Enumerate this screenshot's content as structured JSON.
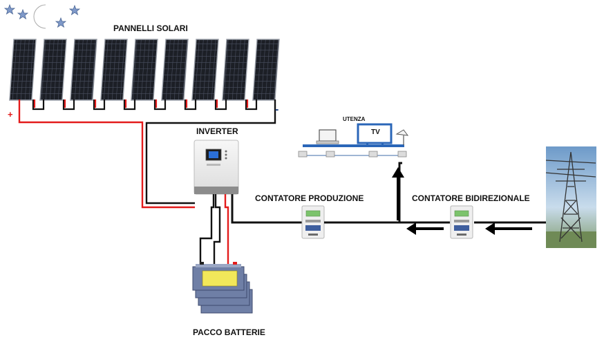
{
  "labels": {
    "pannelli": "PANNELLI SOLARI",
    "inverter": "INVERTER",
    "utenza": "UTENZA",
    "tv": "TV",
    "contatore_produzione": "CONTATORE PRODUZIONE",
    "contatore_bidirezionale": "CONTATORE BIDIREZIONALE",
    "pacco_batterie": "PACCO BATTERIE",
    "positive": "+",
    "negative": "-"
  },
  "panels": {
    "count": 9
  },
  "batteries": {
    "count": 4
  },
  "night_sky": {
    "stars": 4,
    "moon": "crescent"
  },
  "colors": {
    "positive_wire": "#e31b1b",
    "negative_wire": "#111111",
    "panel_cell": "#1c1f26",
    "inverter_body": "#ececec",
    "inverter_display": "#2b6fd6",
    "flow_arrow": "#000000",
    "star": "#7f99c9",
    "moon": "#d6d6d6",
    "battery_body": "#6f7fa6",
    "battery_label": "#f2e85a",
    "tv_frame": "#2a66b8",
    "network_line": "#2a66b8"
  }
}
